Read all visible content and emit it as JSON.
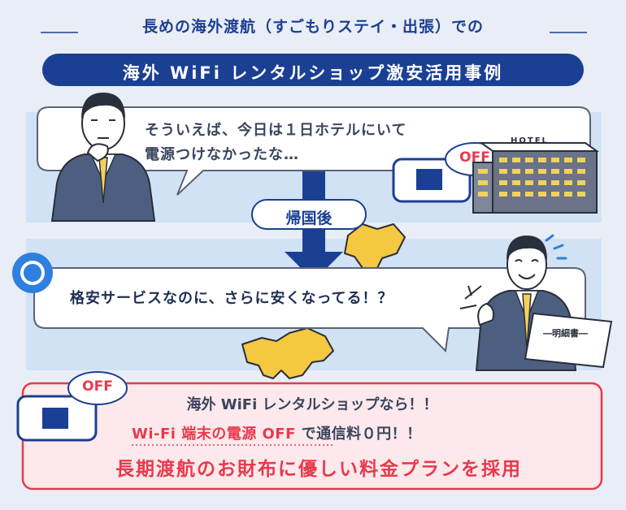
{
  "header": {
    "title": "長めの海外渡航（すごもりステイ・出張）での",
    "banner": "海外 WiFi レンタルショップ激安活用事例"
  },
  "scene1": {
    "bubble_line1": "そういえば、今日は１日ホテルにいて",
    "bubble_line2": "電源つけなかったな…",
    "off_label": "OFF",
    "hotel_sign": "HOTEL"
  },
  "transition": {
    "label": "帰国後"
  },
  "scene2": {
    "bubble_text": "格安サービスなのに、さらに安くなってる！？",
    "receipt_label": "―明細書―"
  },
  "summary": {
    "off_label": "OFF",
    "line1": "海外 WiFi レンタルショップなら！！",
    "line2_highlight": "Wi-Fi 端末の電源 OFF",
    "line2_rest": " で通信料０円！！",
    "line3": "長期渡航のお財布に優しい料金プランを採用"
  },
  "colors": {
    "navy": "#1b3f93",
    "accent_blue": "#2e7fe0",
    "red": "#e8394d",
    "band": "#d2e2f5",
    "background": "#e9eef6",
    "map_yellow": "#f5c842"
  }
}
